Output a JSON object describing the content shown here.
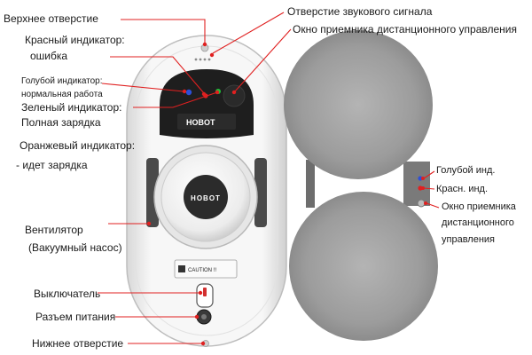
{
  "labels": {
    "top_hole": "Верхнее отверстие",
    "red_led": "Красный индикатор:",
    "red_led_desc": "ошибка",
    "blue_led": "Голубой индикатор:",
    "blue_led_desc": "нормальная работа",
    "green_led": "Зеленый индикатор:",
    "green_led_desc": "Полная зарядка",
    "orange_led": "Оранжевый индикатор:",
    "orange_led_desc": "- идет зарядка",
    "fan": "Вентилятор",
    "fan_desc": "(Вакуумный насос)",
    "switch": "Выключатель",
    "power_jack": "Разъем питания",
    "bottom_hole": "Нижнее отверстие",
    "buzzer_hole": "Отверстие звукового сигнала",
    "remote_window": "Окно приемника дистанционного управления",
    "side_blue": "Голубой инд.",
    "side_red": "Красн. инд.",
    "side_remote_1": "Окно приемника",
    "side_remote_2": "дистанционного",
    "side_remote_3": "управления"
  },
  "device": {
    "brand": "HOBOT",
    "caution": "CAUTION !!"
  },
  "colors": {
    "callout": "#e02020",
    "body": "#f2f2f2",
    "panel": "#1e1e1e",
    "blue_led": "#2d4fd8",
    "green_led": "#1fbf3a",
    "red_led": "#e02020",
    "pad": "#9a9a9a"
  }
}
